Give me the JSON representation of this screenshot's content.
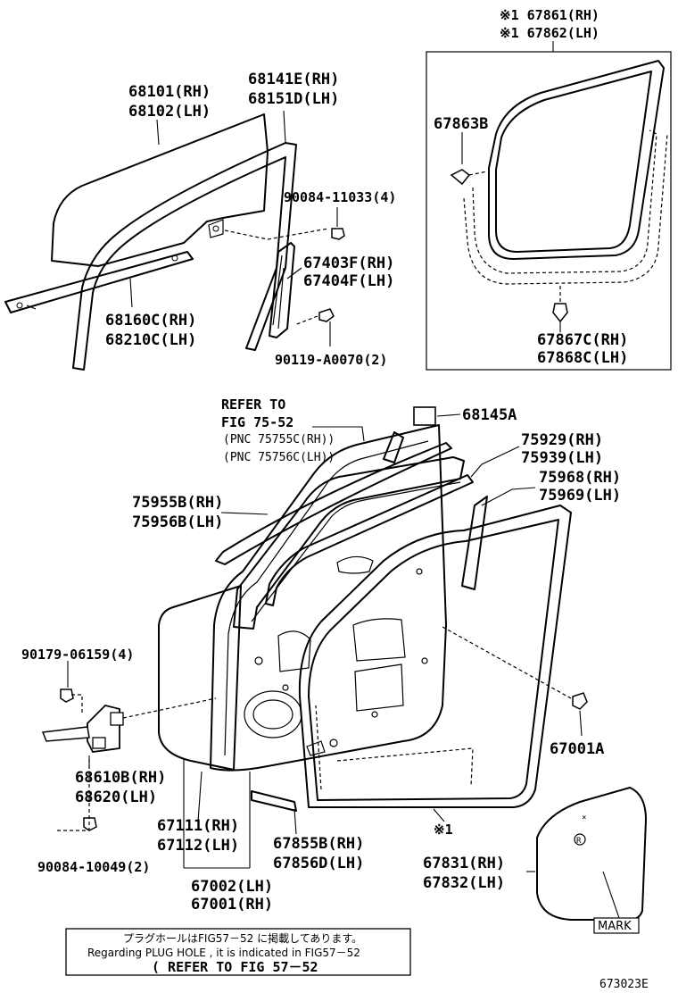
{
  "callouts": {
    "p67861": "※1 67861(RH)",
    "p67862": "※1 67862(LH)",
    "p68101": "68101(RH)",
    "p68102": "68102(LH)",
    "p68141E": "68141E(RH)",
    "p68151D": "68151D(LH)",
    "p67863B": "67863B",
    "p90084_11033": "90084-11033(4)",
    "p67403F": "67403F(RH)",
    "p67404F": "67404F(LH)",
    "p68160C": "68160C(RH)",
    "p68210C": "68210C(LH)",
    "p90119": "90119-A0070(2)",
    "p67867C": "67867C(RH)",
    "p67868C": "67868C(LH)",
    "p68145A": "68145A",
    "p75929": "75929(RH)",
    "p75939": "75939(LH)",
    "p75968": "75968(RH)",
    "p75969": "75969(LH)",
    "p75955B": "75955B(RH)",
    "p75956B": "75956B(LH)",
    "p90179": "90179-06159(4)",
    "p67001A": "67001A",
    "p68610B": "68610B(RH)",
    "p68620": "68620(LH)",
    "p67111": "67111(RH)",
    "p67112": "67112(LH)",
    "p67855B": "67855B(RH)",
    "p67856D": "67856D(LH)",
    "p90084_10049": "90084-10049(2)",
    "p67002": "67002(LH)",
    "p67001": "67001(RH)",
    "p67831": "67831(RH)",
    "p67832": "67832(LH)",
    "star1": "※1"
  },
  "refer": {
    "line1": "REFER TO",
    "line2": "FIG 75-52",
    "line3": "(PNC 75755C(RH))",
    "line4": "(PNC 75756C(LH))"
  },
  "mark_label": "MARK",
  "notice": {
    "japanese": "プラグホールはFIG57－52 に掲載してあります。",
    "english": "Regarding PLUG HOLE , it is indicated in FIG57－52",
    "refer": "( REFER TO FIG 57－52"
  },
  "figure_id": "673023E"
}
